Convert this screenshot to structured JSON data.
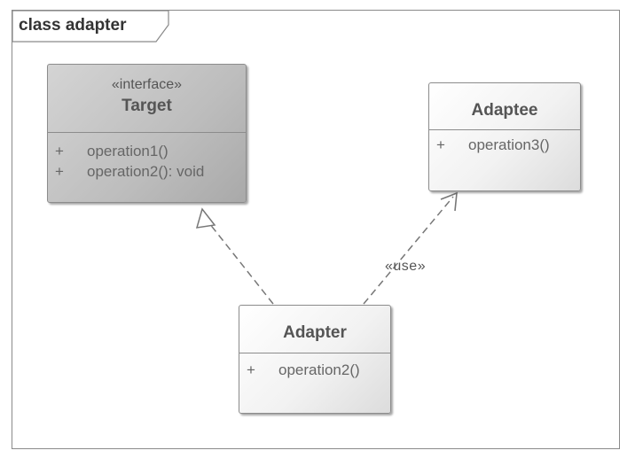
{
  "frame": {
    "label": "class adapter"
  },
  "classes": {
    "target": {
      "stereotype": "«interface»",
      "name": "Target",
      "operations": [
        {
          "visibility": "+",
          "signature": "operation1()"
        },
        {
          "visibility": "+",
          "signature": "operation2(): void"
        }
      ]
    },
    "adaptee": {
      "name": "Adaptee",
      "operations": [
        {
          "visibility": "+",
          "signature": "operation3()"
        }
      ]
    },
    "adapter": {
      "name": "Adapter",
      "operations": [
        {
          "visibility": "+",
          "signature": "operation2()"
        }
      ]
    }
  },
  "relations": {
    "realization": {
      "from": "Adapter",
      "to": "Target",
      "style": "dashed, hollow triangle"
    },
    "dependency": {
      "from": "Adapter",
      "to": "Adaptee",
      "label": "«use»",
      "style": "dashed, open arrow"
    }
  },
  "colors": {
    "interface_fill": "#bdbdbd",
    "class_fill": "#f2f2f2",
    "border": "#8c8c8c",
    "text": "#555555"
  }
}
